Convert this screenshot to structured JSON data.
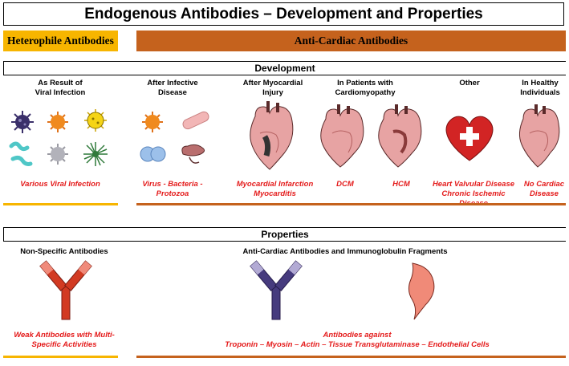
{
  "title": "Endogenous Antibodies – Development and Properties",
  "banners": {
    "heterophile": "Heterophile Antibodies",
    "anti_cardiac": "Anti-Cardiac Antibodies"
  },
  "colors": {
    "yellow": "#f7b500",
    "orange": "#c5621d",
    "red_text": "#e41b1b"
  },
  "development": {
    "heading": "Development",
    "columns": [
      {
        "label_1": "As Result of",
        "label_2": "Viral Infection",
        "caption_1": "Various Viral Infection",
        "caption_2": ""
      },
      {
        "label_1": "After Infective",
        "label_2": "Disease",
        "caption_1": "Virus - Bacteria -",
        "caption_2": "Protozoa"
      },
      {
        "label_1": "After Myocardial",
        "label_2": "Injury",
        "caption_1": "Myocardial Infarction",
        "caption_2": "Myocarditis"
      },
      {
        "label_1": "In Patients with",
        "label_2": "Cardiomyopathy",
        "caption_1": "DCM",
        "caption_2": "HCM"
      },
      {
        "label_1": "Other",
        "label_2": "",
        "caption_1": "Heart Valvular Disease",
        "caption_2": "Chronic Ischemic Disease"
      },
      {
        "label_1": "In Healthy",
        "label_2": "Individuals",
        "caption_1": "No Cardiac",
        "caption_2": "Disease"
      }
    ]
  },
  "properties": {
    "heading": "Properties",
    "left_label": "Non-Specific Antibodies",
    "right_label": "Anti-Cardiac Antibodies and Immunoglobulin Fragments",
    "left_caption_1": "Weak Antibodies with Multi-",
    "left_caption_2": "Specific Activities",
    "right_caption_1": "Antibodies against",
    "right_caption_2": "Troponin – Myosin – Actin – Tissue Transglutaminase – Endothelial Cells"
  },
  "icons": [
    "virus-icon",
    "bacteria-icon",
    "heart-anatomy-icon",
    "heart-cross-icon",
    "antibody-icon",
    "antibody-fragment-icon"
  ]
}
